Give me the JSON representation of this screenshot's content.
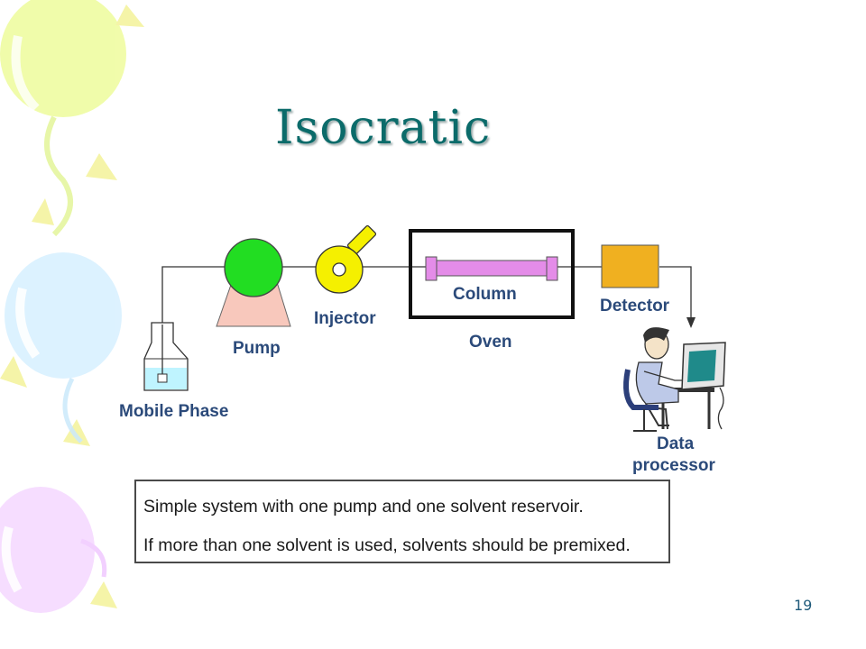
{
  "slide": {
    "title": "Isocratic",
    "page_number": "19"
  },
  "diagram": {
    "labels": {
      "mobile_phase": "Mobile Phase",
      "pump": "Pump",
      "injector": "Injector",
      "column": "Column",
      "oven": "Oven",
      "detector": "Detector",
      "data_processor_line1": "Data",
      "data_processor_line2": "processor"
    }
  },
  "note": {
    "line1": "Simple system with one pump and one solvent reservoir.",
    "line2": "If more than one solvent is used, solvents should be premixed."
  },
  "colors": {
    "title": "#0b6b6a",
    "label": "#2b4a7a",
    "pump": "#22dd22",
    "injector": "#f5f000",
    "column": "#e48ce8",
    "detector": "#f0b020",
    "reservoir_liquid": "#bff4ff"
  },
  "icons": {
    "background": "balloons-decoration",
    "operator": "person-at-computer-icon"
  }
}
